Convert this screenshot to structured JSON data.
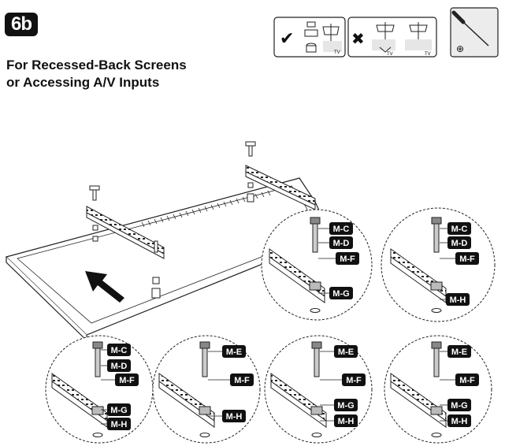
{
  "step": "6b",
  "title_lines": [
    "For Recessed-Back Screens",
    "or Accessing A/V Inputs"
  ],
  "tv_label": "TV",
  "check_symbol": "✔",
  "cross_symbol": "✖",
  "tool_symbol": "⊕",
  "part_labels": {
    "mc": "M-C",
    "md": "M-D",
    "me": "M-E",
    "mf": "M-F",
    "mg": "M-G",
    "mh": "M-H"
  },
  "callouts": [
    {
      "id": "c1",
      "labels": [
        "mc",
        "md",
        "mf",
        "mg"
      ]
    },
    {
      "id": "c2",
      "labels": [
        "mc",
        "md",
        "mf",
        "mh"
      ]
    },
    {
      "id": "c3",
      "labels": [
        "mc",
        "md",
        "mf",
        "mg",
        "mh"
      ]
    },
    {
      "id": "c4",
      "labels": [
        "me",
        "mf",
        "mh"
      ]
    },
    {
      "id": "c5",
      "labels": [
        "me",
        "mf",
        "mg",
        "mh"
      ]
    },
    {
      "id": "c6",
      "labels": [
        "me",
        "mf",
        "mg",
        "mh"
      ]
    }
  ]
}
